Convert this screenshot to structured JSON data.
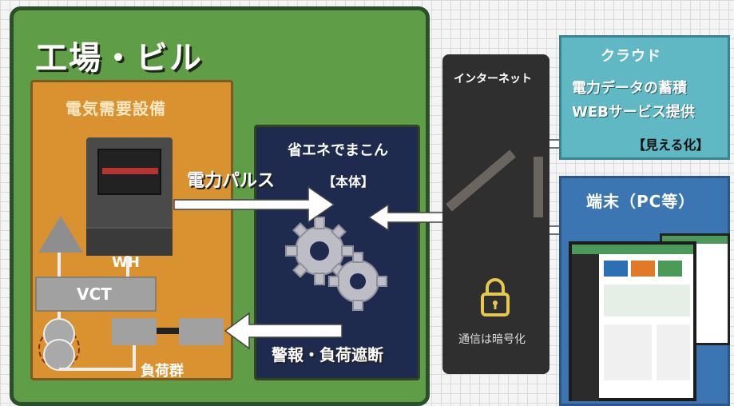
{
  "factory": {
    "title": "工場・ビル"
  },
  "demand": {
    "title": "電気需要設備",
    "meter_label": "WH",
    "vct_label": "VCT",
    "load_label": "負荷群"
  },
  "main": {
    "title": "省エネでまこん",
    "subtitle": "【本体】"
  },
  "arrows": {
    "pulse_label": "電力パルス",
    "alarm_label": "警報・負荷遮断"
  },
  "internet": {
    "title": "インターネット",
    "encrypted": "通信は暗号化"
  },
  "cloud": {
    "title": "クラウド",
    "line1": "電力データの蓄積",
    "line2": "WEBサービス提供",
    "visual": "【見える化】"
  },
  "terminal": {
    "title": "端末（PC等）"
  },
  "colors": {
    "factory": "#5f9e47",
    "demand": "#d9922f",
    "main": "#1e2a4e",
    "internet": "#2f2f2f",
    "cloud": "#5fb8c4",
    "terminal": "#3b76b2"
  }
}
